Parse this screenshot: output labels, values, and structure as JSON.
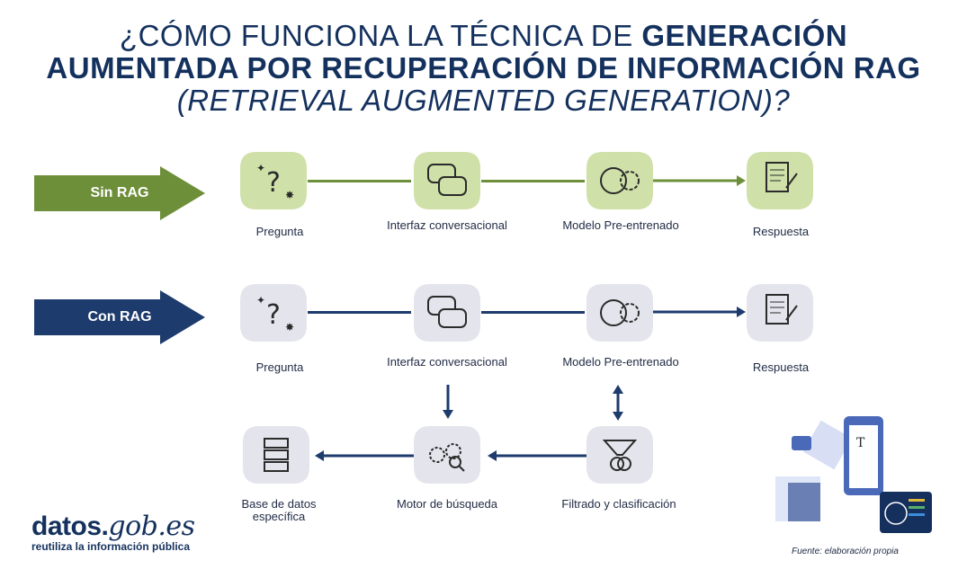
{
  "title": {
    "l1_a": "¿CÓMO FUNCIONA LA TÉCNICA DE ",
    "l1_b": "GENERACIÓN",
    "l2": "AUMENTADA POR RECUPERACIÓN DE INFORMACIÓN RAG",
    "l3": "(RETRIEVAL AUGMENTED GENERATION)?"
  },
  "sin_rag": {
    "label": "Sin RAG",
    "color": "#6e8f3a",
    "node_color": "#cfe0a8",
    "steps": [
      "Pregunta",
      "Interfaz conversacional",
      "Modelo Pre-entrenado",
      "Respuesta"
    ]
  },
  "con_rag": {
    "label": "Con RAG",
    "color": "#1d3b6c",
    "node_color": "#e4e4ec",
    "steps": [
      "Pregunta",
      "Interfaz conversacional",
      "Modelo Pre-entrenado",
      "Respuesta"
    ],
    "retrieval_steps": [
      "Base de datos específica",
      "Motor de búsqueda",
      "Filtrado y clasificación"
    ]
  },
  "logo": {
    "name_a": "datos.",
    "name_b": "gob.es",
    "tagline": "reutiliza la información pública"
  },
  "source": "Fuente: elaboración propia"
}
